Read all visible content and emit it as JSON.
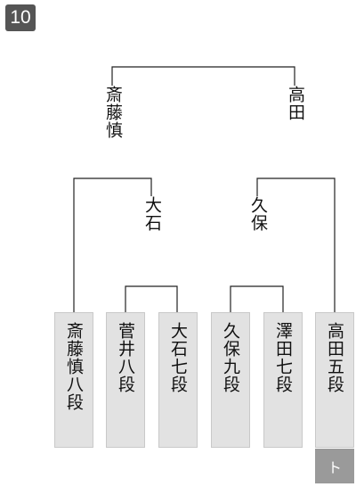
{
  "round_badge": "10",
  "players": [
    {
      "name": "斎藤慎八段"
    },
    {
      "name": "菅井八段"
    },
    {
      "name": "大石七段"
    },
    {
      "name": "久保九段"
    },
    {
      "name": "澤田七段"
    },
    {
      "name": "高田五段"
    }
  ],
  "winners": {
    "semi_left": "大石",
    "semi_right": "久保",
    "final_left": "斎藤慎",
    "final_right": "高田"
  },
  "mark": "ト"
}
